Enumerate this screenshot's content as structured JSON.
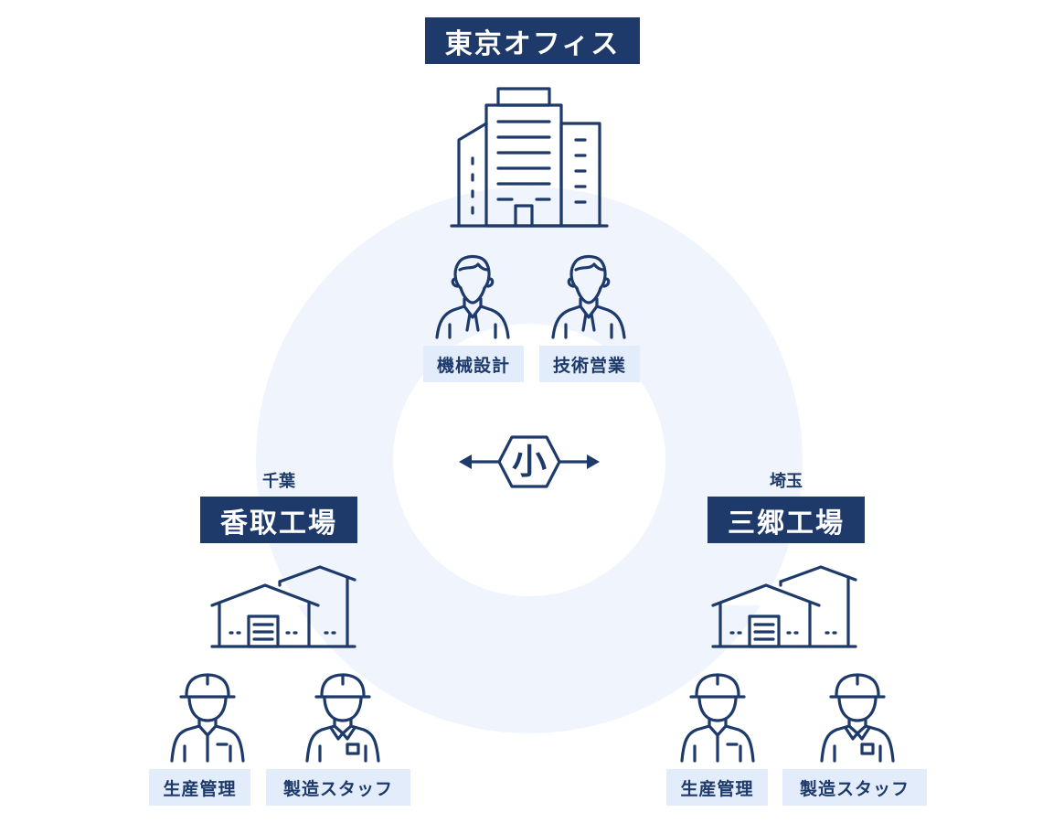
{
  "colors": {
    "navy": "#1d3a6b",
    "ring": "#f0f5fd",
    "role_bg": "#e2ecfb"
  },
  "tokyo": {
    "title": "東京オフィス",
    "roles": [
      "機械設計",
      "技術営業"
    ]
  },
  "center": {
    "emblem_char": "小"
  },
  "chiba": {
    "region": "千葉",
    "title": "香取工場",
    "roles": [
      "生産管理",
      "製造スタッフ"
    ]
  },
  "saitama": {
    "region": "埼玉",
    "title": "三郷工場",
    "roles": [
      "生産管理",
      "製造スタッフ"
    ]
  }
}
